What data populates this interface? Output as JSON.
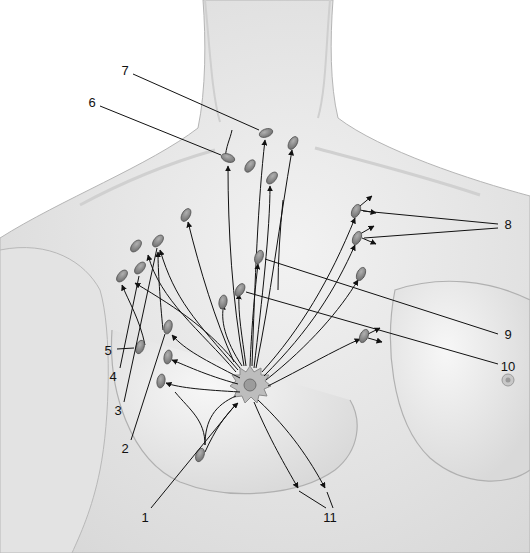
{
  "diagram": {
    "labels": [
      "7",
      "6",
      "8",
      "9",
      "5",
      "10",
      "4",
      "3",
      "2",
      "1",
      "11"
    ]
  }
}
